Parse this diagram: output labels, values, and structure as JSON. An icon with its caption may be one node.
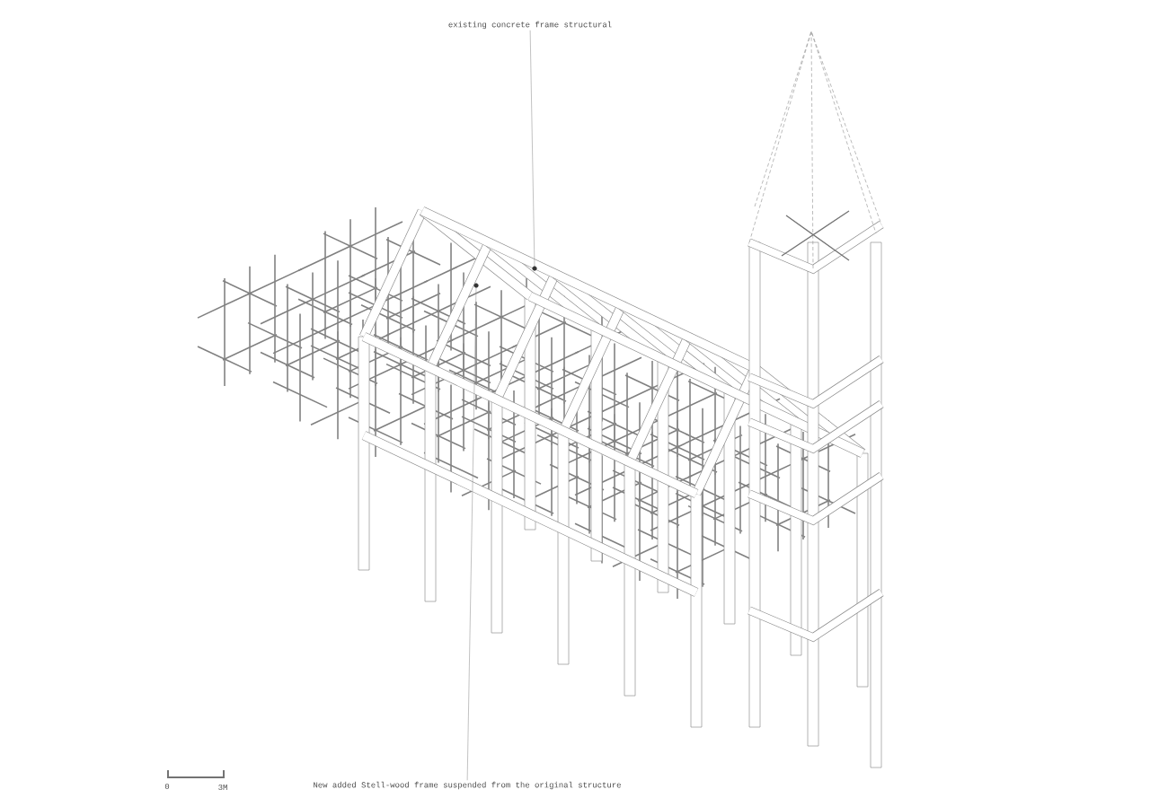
{
  "diagram": {
    "nodes": [
      {
        "text": [
          "existing concrete frame structural"
        ]
      },
      {
        "text": [],
        "shape": "circle"
      },
      {
        "text": [
          "New added Stell-wood frame suspended from the original structure"
        ]
      },
      {
        "text": [],
        "shape": "circle"
      }
    ],
    "edges": [
      {
        "from": 0,
        "to": 1,
        "arrow": "none"
      },
      {
        "from": 2,
        "to": 3,
        "arrow": "none"
      }
    ],
    "labels": [
      "0",
      "3M"
    ]
  }
}
